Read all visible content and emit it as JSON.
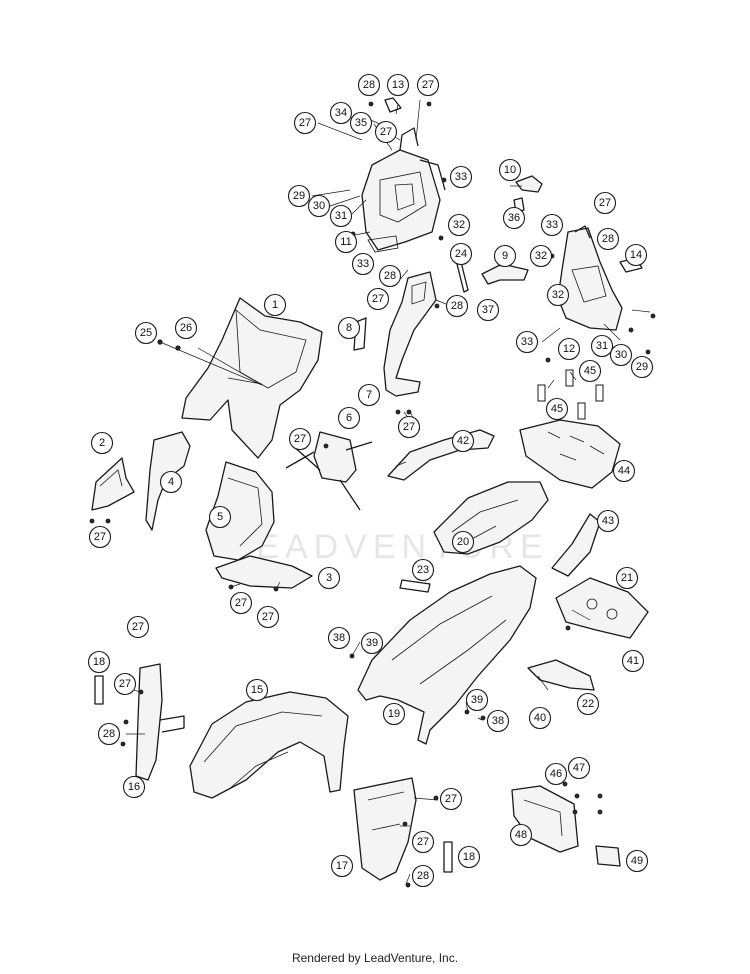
{
  "footer_text": "Rendered by LeadVenture, Inc.",
  "watermark_text": "LEADVENTURE",
  "colors": {
    "line": "#1a1a1a",
    "shade": "#f4f4f4",
    "watermark": "#e6e6e6"
  },
  "callouts": {
    "c28a": "28",
    "c13": "13",
    "c27a": "27",
    "c34": "34",
    "c27b": "27",
    "c35": "35",
    "c27c": "27",
    "c33a": "33",
    "c29a": "29",
    "c30a": "30",
    "c31a": "31",
    "c32a": "32",
    "c11": "11",
    "c24": "24",
    "c33b": "33",
    "c10": "10",
    "c36": "36",
    "c27d": "27",
    "c33c": "33",
    "c28b": "28",
    "c14": "14",
    "c32b": "32",
    "c9": "9",
    "c37": "37",
    "c28c": "28",
    "c28d": "28",
    "c27e": "27",
    "c32c": "32",
    "c1": "1",
    "c25": "25",
    "c26": "26",
    "c8": "8",
    "c33d": "33",
    "c12": "12",
    "c31b": "31",
    "c30b": "30",
    "c29b": "29",
    "c45a": "45",
    "c7": "7",
    "c27f": "27",
    "c45b": "45",
    "c2": "2",
    "c6": "6",
    "c27g": "27",
    "c42": "42",
    "c44": "44",
    "c4": "4",
    "c5": "5",
    "c27h": "27",
    "c20": "20",
    "c43": "43",
    "c23": "23",
    "c21": "21",
    "c3": "3",
    "c27i": "27",
    "c27j": "27",
    "c27k": "27",
    "c38a": "38",
    "c39a": "39",
    "c41": "41",
    "c18a": "18",
    "c27l": "27",
    "c15": "15",
    "c22": "22",
    "c28e": "28",
    "c19": "19",
    "c39b": "39",
    "c38b": "38",
    "c40": "40",
    "c16": "16",
    "c47": "47",
    "c46": "46",
    "c27m": "27",
    "c48": "48",
    "c27n": "27",
    "c17": "17",
    "c18b": "18",
    "c28f": "28",
    "c49": "49"
  }
}
